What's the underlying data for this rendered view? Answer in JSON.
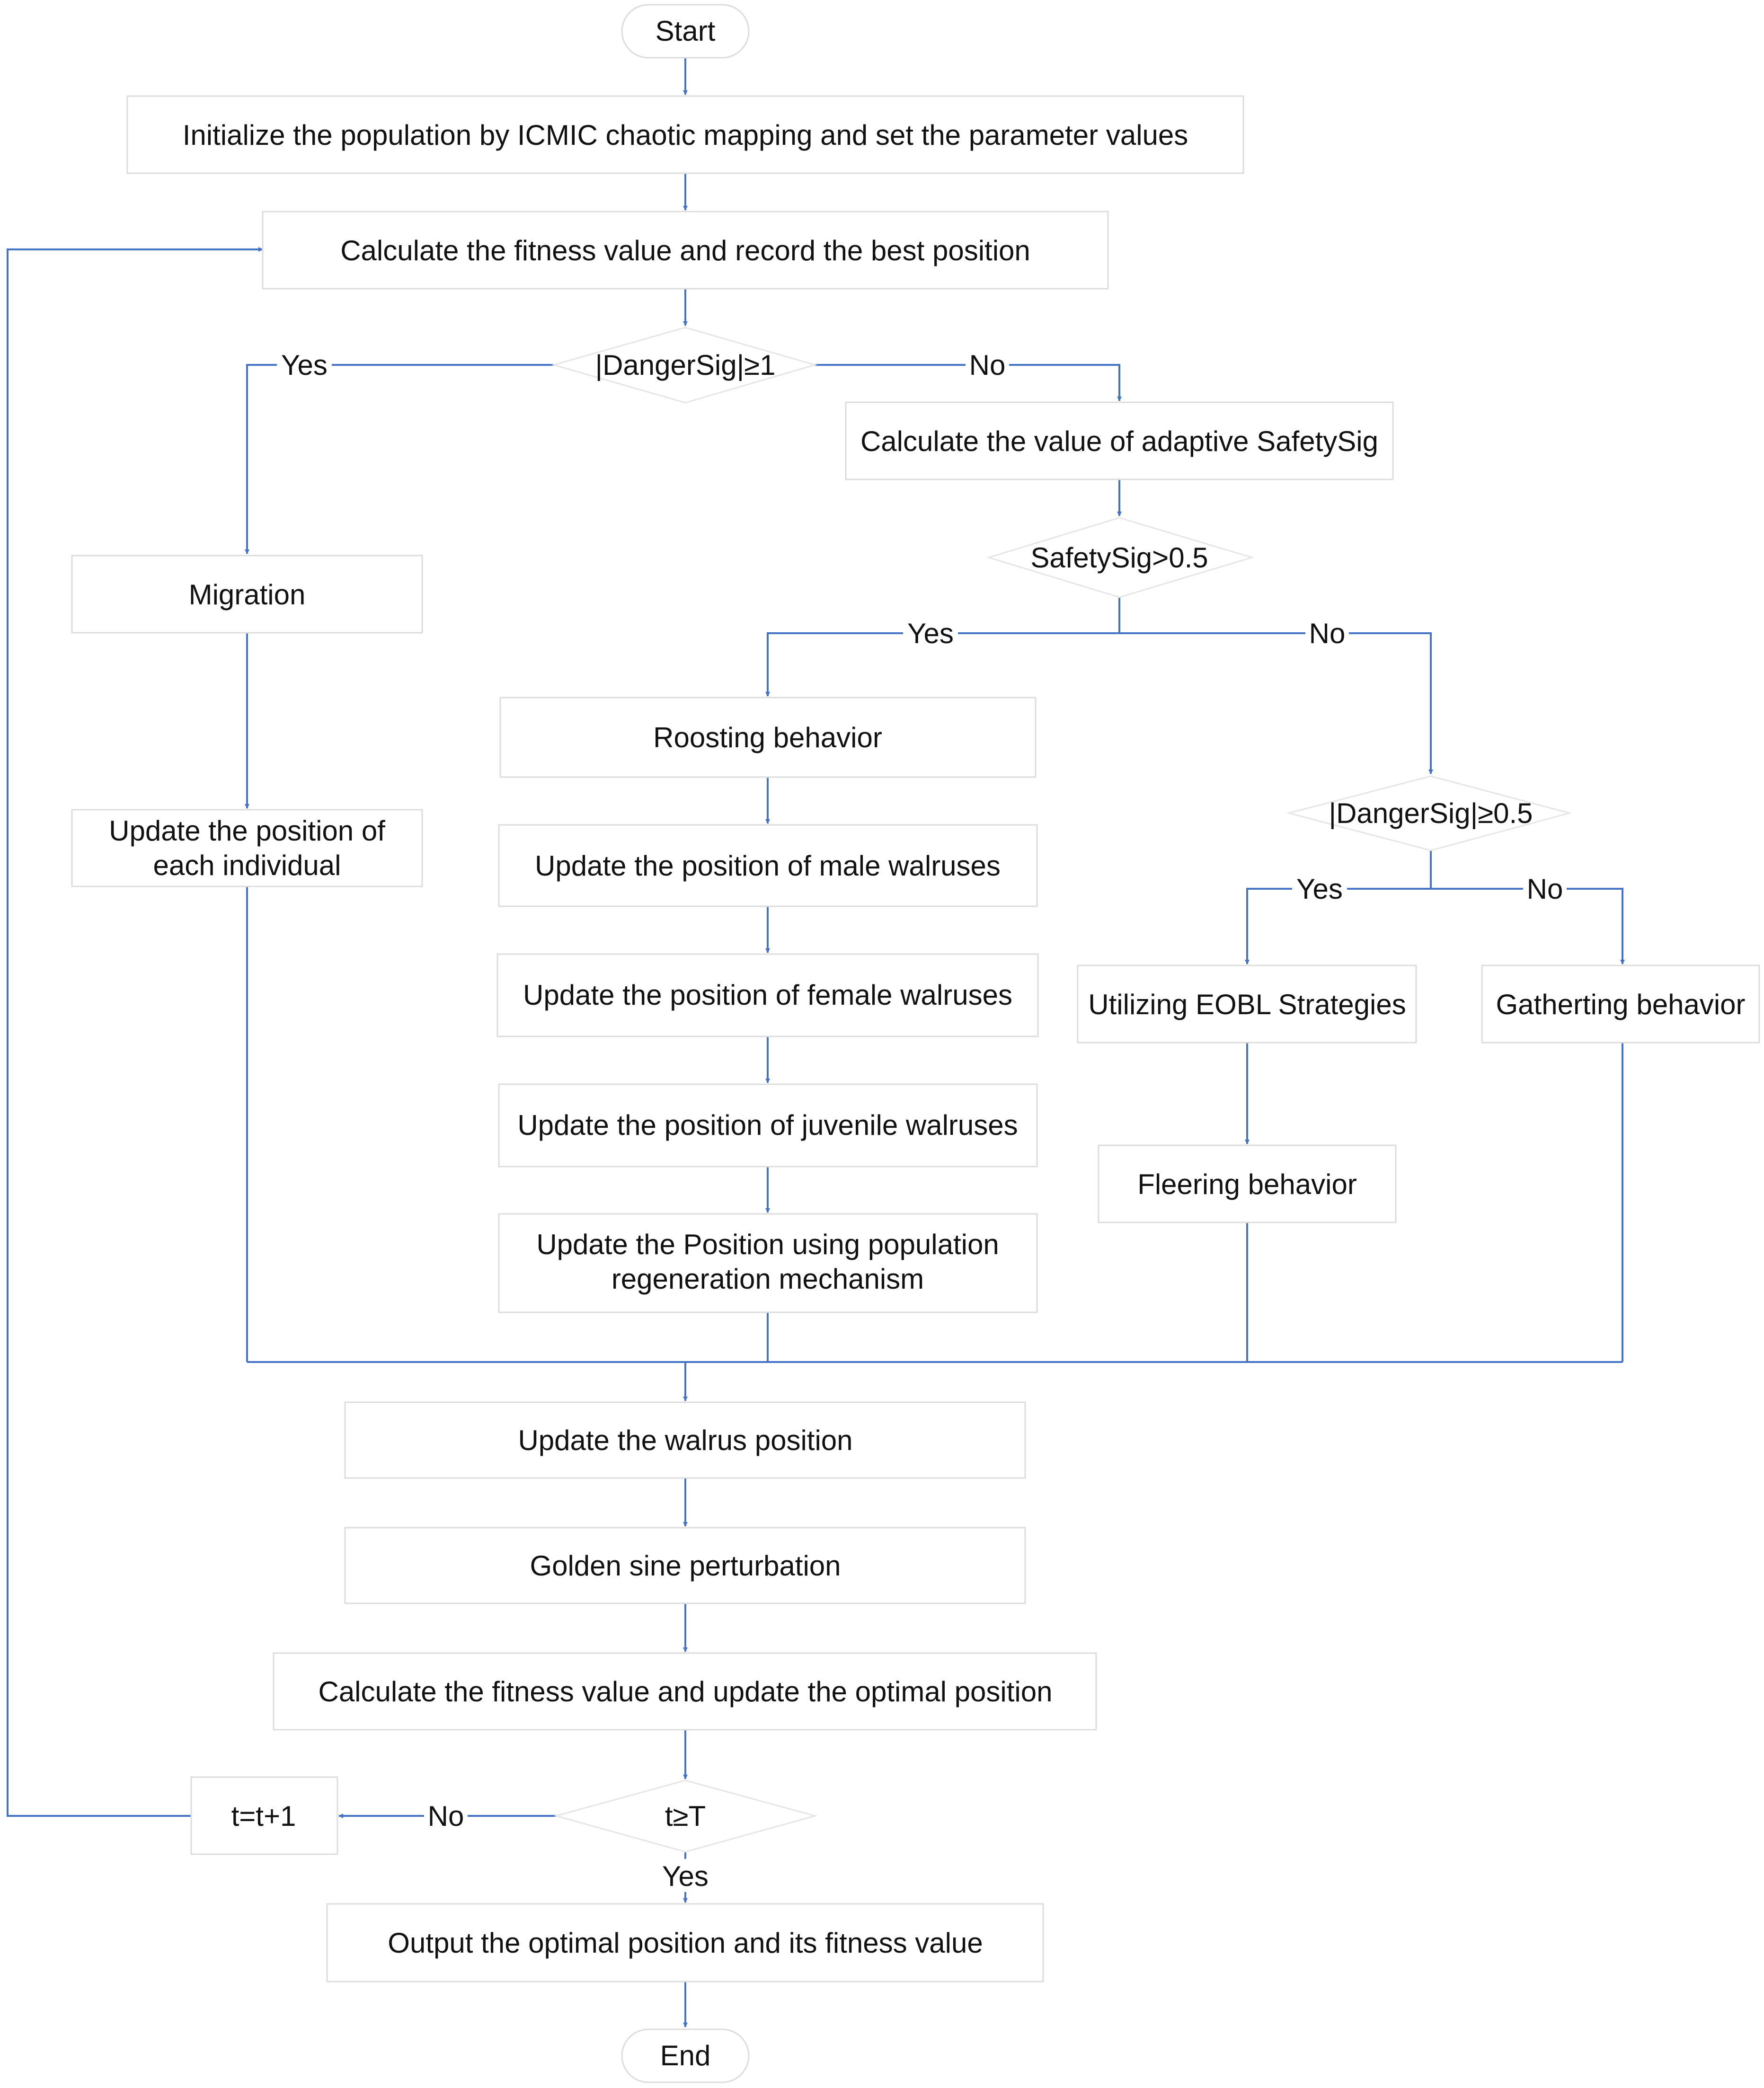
{
  "colors": {
    "connector": "#4472c4",
    "box_border": "#dcdcdc",
    "text": "#111111",
    "background": "#ffffff"
  },
  "nodes": {
    "start": "Start",
    "init": "Initialize the population by ICMIC chaotic mapping and set the parameter values",
    "calc_fitness": "Calculate the fitness value and record the best position",
    "danger_check": "|DangerSig|≥1",
    "calc_safety": "Calculate the  value of adaptive SafetySig",
    "safety_check": "SafetySig>0.5",
    "migration": "Migration",
    "update_each": [
      "Update the position of",
      "each individual"
    ],
    "roosting": "Roosting behavior",
    "male": "Update the position of male walruses",
    "female": "Update the position of female walruses",
    "juvenile": "Update the position of  juvenile walruses",
    "regen": [
      "Update the Position using   population",
      "regeneration mechanism"
    ],
    "danger_check2": "|DangerSig|≥0.5",
    "eobl": "Utilizing EOBL Strategies",
    "gathering": "Gatherting behavior",
    "fleeing": "Fleering behavior",
    "update_walrus": "Update the walrus position",
    "golden_sine": "Golden sine perturbation",
    "calc_update": "Calculate the fitness value and update the optimal position",
    "t_increment": "t=t+1",
    "t_check": "t≥T",
    "output": "Output the optimal position and its fitness value",
    "end": "End"
  },
  "edge_labels": {
    "danger_yes": "Yes",
    "danger_no": "No",
    "safety_yes": "Yes",
    "safety_no": "No",
    "danger2_yes": "Yes",
    "danger2_no": "No",
    "t_no": "No",
    "t_yes": "Yes"
  }
}
